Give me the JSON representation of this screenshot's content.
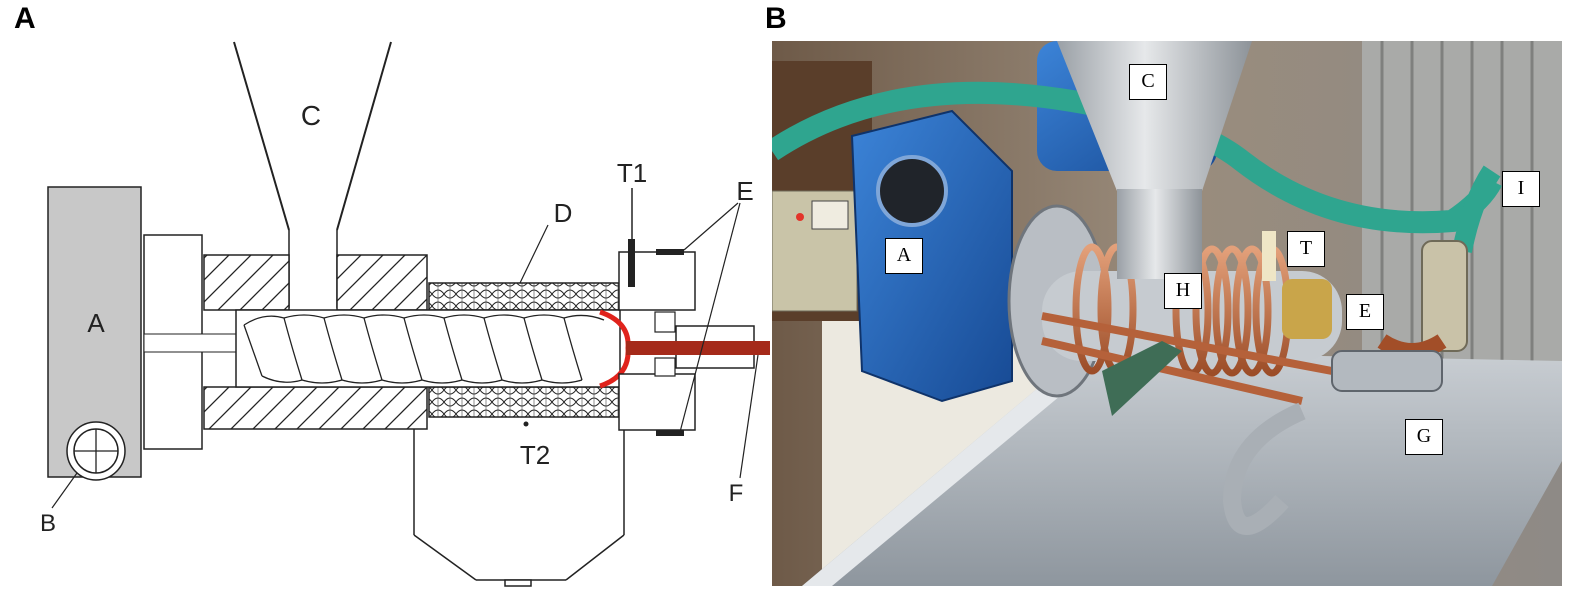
{
  "panels": {
    "a": "A",
    "b": "B"
  },
  "diagram_labels": {
    "motor": "A",
    "bolt": "B",
    "hopper": "C",
    "heating_coil": "D",
    "clamps": "E",
    "filament": "F",
    "thermocouple_1": "T1",
    "thermocouple_2": "T2"
  },
  "photo_labels": {
    "motor": "A",
    "hopper": "C",
    "thermocouple": "T",
    "valve_hose": "I",
    "cooling_coil": "H",
    "clamp": "E",
    "nozzle": "G"
  },
  "colors": {
    "motor_fill": "#c8c8c8",
    "die": "#e0231c",
    "filament": "#a52a1a",
    "motor_blue": "#1f5fb5",
    "copper": "#c06a3c",
    "hose_green": "#2fa58f",
    "steel": "#b9bec4"
  }
}
